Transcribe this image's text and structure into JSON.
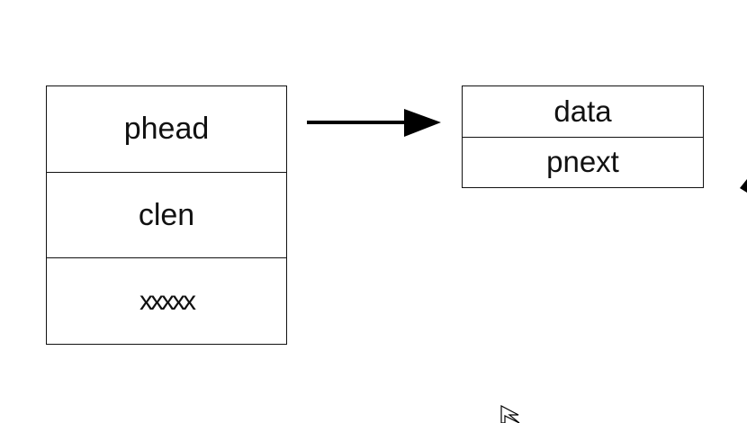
{
  "head_struct": {
    "fields": [
      "phead",
      "clen",
      "xxxxx"
    ]
  },
  "node": {
    "fields": [
      "data",
      "pnext"
    ]
  },
  "icons": {
    "pointer_arrow": "right-arrow-icon",
    "cursor": "mouse-cursor-icon"
  }
}
